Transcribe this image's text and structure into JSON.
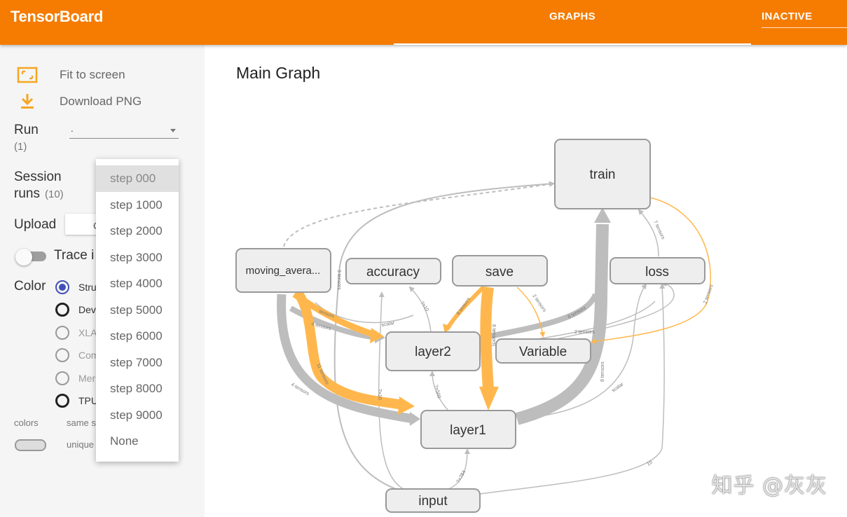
{
  "header": {
    "title": "TensorBoard",
    "tab_graphs": "GRAPHS",
    "inactive_label": "INACTIVE"
  },
  "sidebar": {
    "fit_to_screen": "Fit to screen",
    "download_png": "Download PNG",
    "run_label": "Run",
    "run_count": "(1)",
    "run_value": ".",
    "session_label": "Session",
    "session_label2": "runs",
    "session_count": "(10)",
    "upload_label": "Upload",
    "upload_button": "C",
    "trace_label": "Trace i",
    "color_label": "Color",
    "color_options": [
      "Stru",
      "Dev",
      "XLA",
      "Com",
      "Mer",
      "TPU"
    ],
    "colors_caption": "colors",
    "same_caption": "same s",
    "unique_caption": "unique"
  },
  "dropdown": {
    "selected": "step 000",
    "items": [
      "step 000",
      "step 1000",
      "step 2000",
      "step 3000",
      "step 4000",
      "step 5000",
      "step 6000",
      "step 7000",
      "step 8000",
      "step 9000",
      "None"
    ]
  },
  "graph": {
    "title": "Main Graph",
    "nodes": {
      "train": "train",
      "moving_averages": "moving_avera...",
      "accuracy": "accuracy",
      "save": "save",
      "loss": "loss",
      "layer2": "layer2",
      "variable": "Variable",
      "layer1": "layer1",
      "input": "input"
    },
    "edge_labels": {
      "t3": "3 tensors",
      "t4a": "4 tensors",
      "t4b": "4 tensors",
      "t11": "11 tensors",
      "t8a": "8 tensors",
      "t8b": "8 tensors",
      "t8c": "8 tensors",
      "t8d": "8 tensors",
      "t7a": "7 tensors",
      "t7b": "7 tensors",
      "t2a": "2 tensors",
      "t2b": "2 tensors",
      "scalar1": "scalar",
      "scalar2": "scalar",
      "d10a": "?×10",
      "d10b": "?×10",
      "d500": "?×500",
      "d784": "?×784",
      "d10c": "10",
      "tensors": "tensors"
    }
  },
  "watermark": "知乎 @灰灰",
  "colors": {
    "header": "#f57c00",
    "orange_edge": "#ffb74d",
    "gray_edge": "#bdbdbd",
    "node_fill": "#eeeeee",
    "node_stroke": "#999999"
  },
  "icons": [
    "fit-screen-icon",
    "download-icon",
    "dropdown-arrow-icon"
  ]
}
